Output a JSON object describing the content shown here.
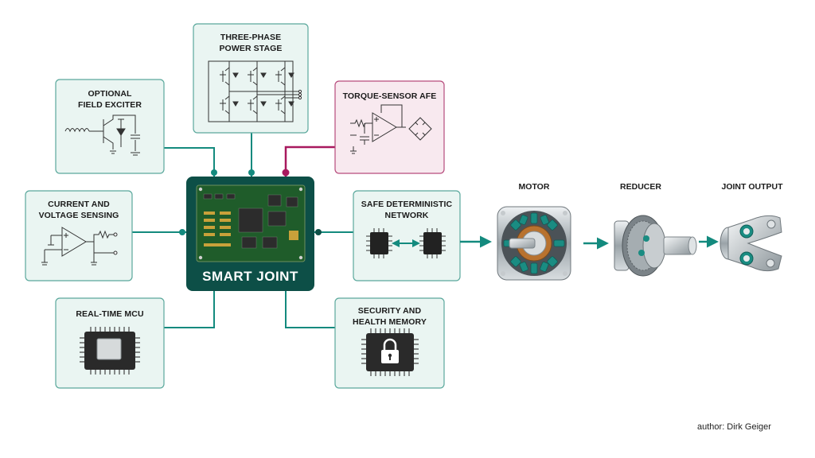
{
  "blocks": {
    "field_exciter": {
      "line1": "OPTIONAL",
      "line2": "FIELD EXCITER"
    },
    "power_stage": {
      "line1": "THREE-PHASE",
      "line2": "POWER STAGE"
    },
    "torque_afe": {
      "line1": "TORQUE-SENSOR AFE"
    },
    "current_sensing": {
      "line1": "CURRENT AND",
      "line2": "VOLTAGE SENSING"
    },
    "network": {
      "line1": "SAFE DETERMINISTIC",
      "line2": "NETWORK"
    },
    "mcu": {
      "line1": "REAL-TIME MCU"
    },
    "security": {
      "line1": "SECURITY AND",
      "line2": "HEALTH MEMORY"
    }
  },
  "center": {
    "label": "SMART JOINT"
  },
  "drivetrain": {
    "motor": "MOTOR",
    "reducer": "REDUCER",
    "output": "JOINT OUTPUT"
  },
  "footer": {
    "author": "author: Dirk Geiger"
  },
  "colors": {
    "teal": "#138a7e",
    "dark_teal": "#0d4f47",
    "magenta": "#a8195e",
    "box_fill": "#eaf5f2",
    "torque_box_fill": "#f8e9ef"
  }
}
